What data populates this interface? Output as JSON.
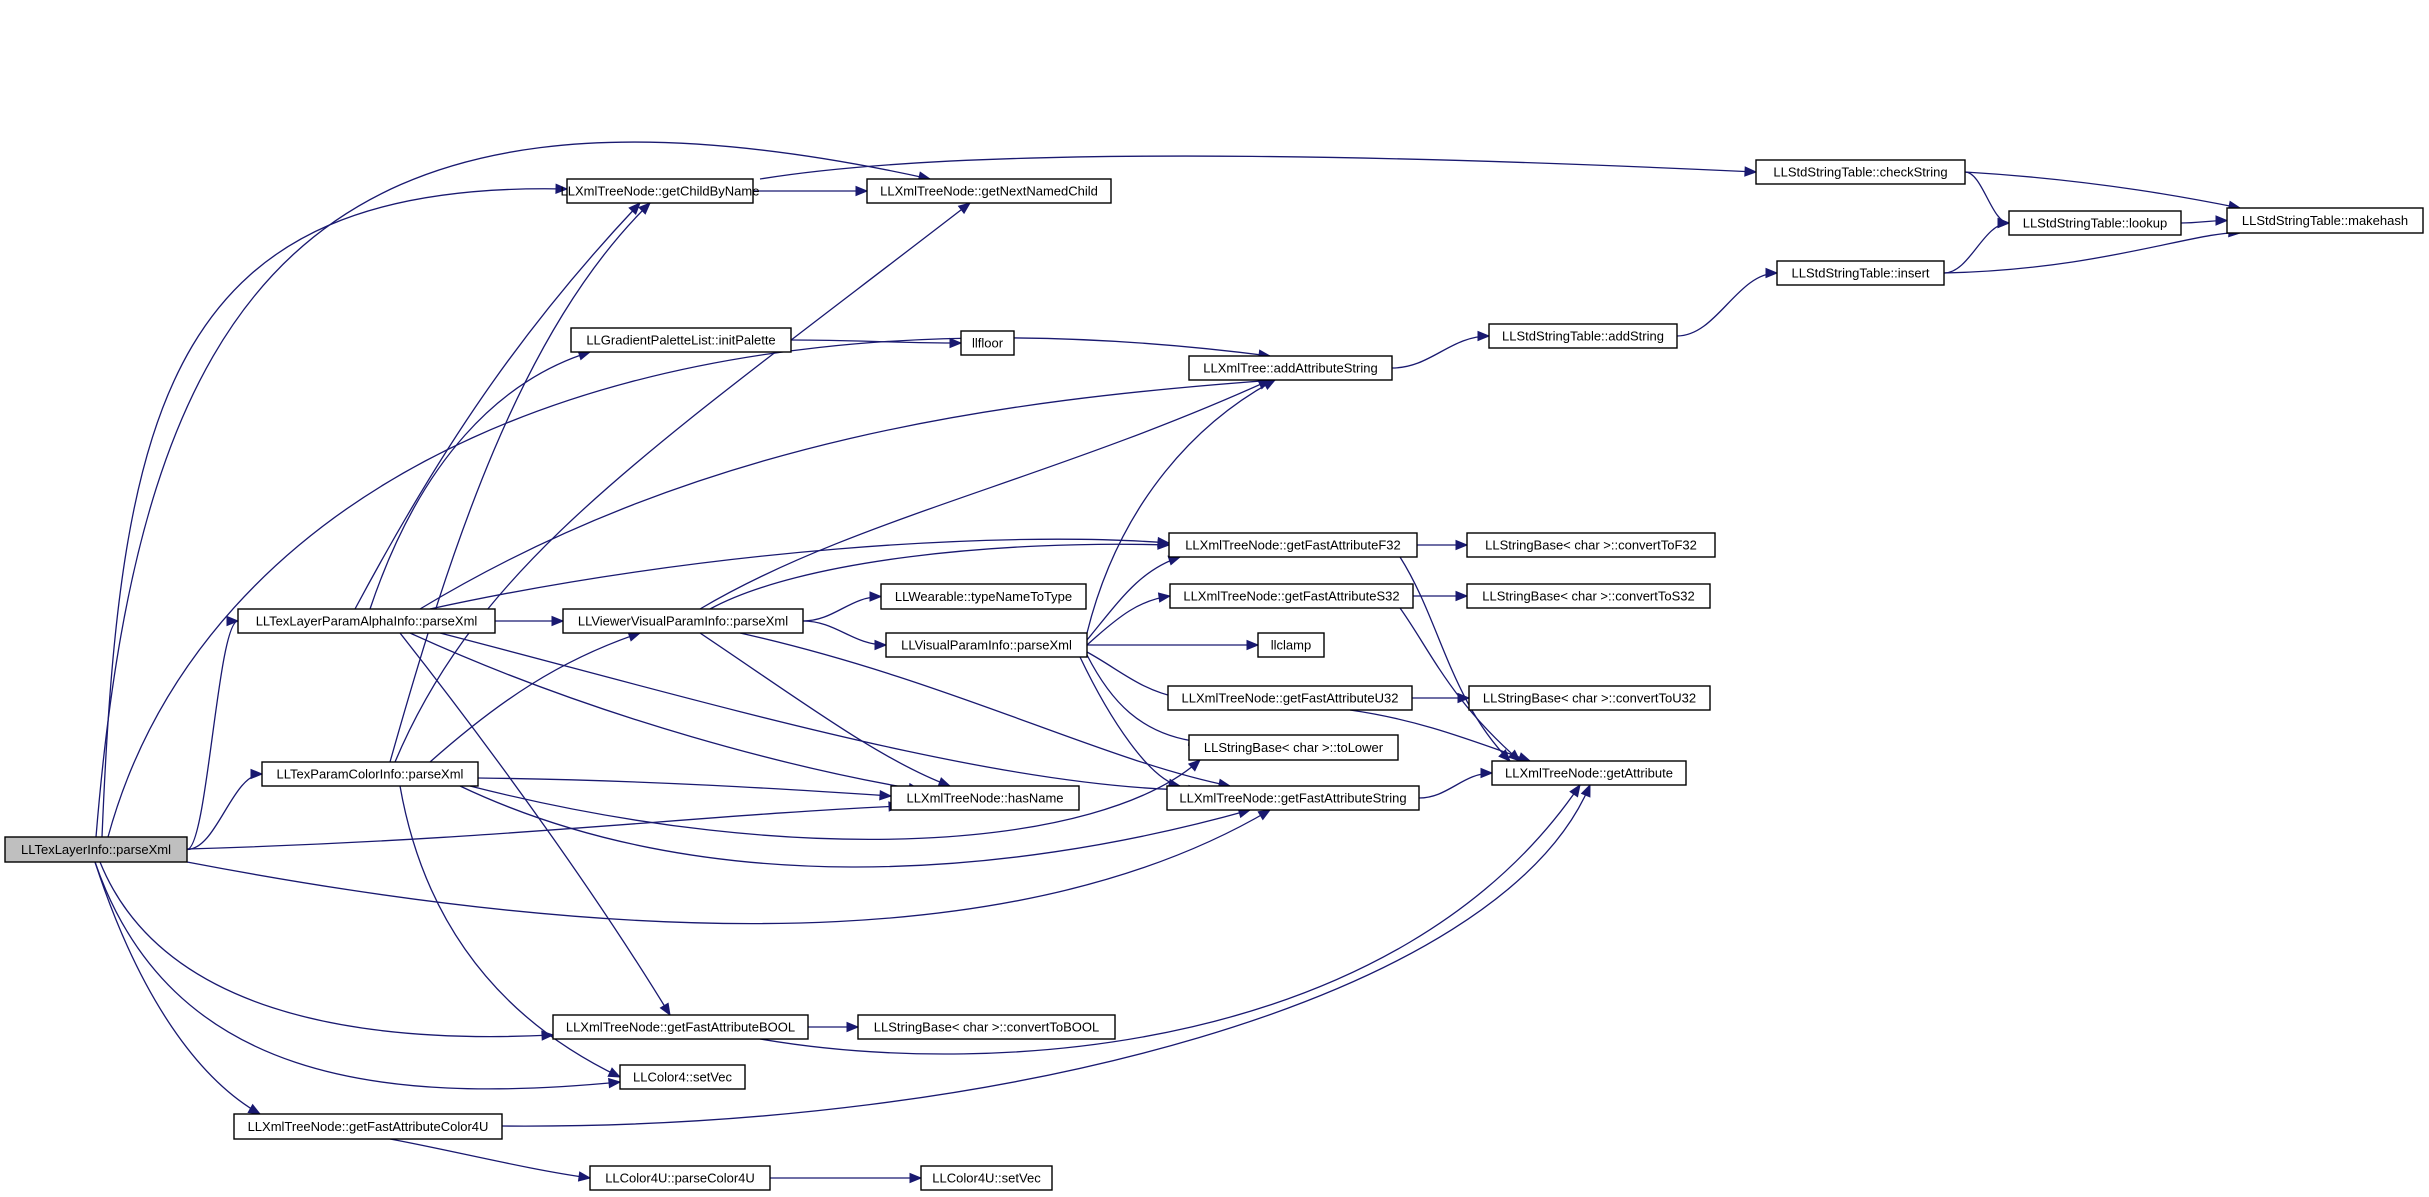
{
  "diagram": {
    "type": "call-graph",
    "root": "LLTexLayerInfo::parseXml",
    "nodes": [
      {
        "id": "root",
        "label": "LLTexLayerInfo::parseXml"
      },
      {
        "id": "alpha",
        "label": "LLTexLayerParamAlphaInfo::parseXml"
      },
      {
        "id": "color",
        "label": "LLTexParamColorInfo::parseXml"
      },
      {
        "id": "viewer",
        "label": "LLViewerVisualParamInfo::parseXml"
      },
      {
        "id": "visual",
        "label": "LLVisualParamInfo::parseXml"
      },
      {
        "id": "getChild",
        "label": "LLXmlTreeNode::getChildByName"
      },
      {
        "id": "nextNamed",
        "label": "LLXmlTreeNode::getNextNamedChild"
      },
      {
        "id": "initPal",
        "label": "LLGradientPaletteList::initPalette"
      },
      {
        "id": "llfloor",
        "label": "llfloor"
      },
      {
        "id": "addAttr",
        "label": "LLXmlTree::addAttributeString"
      },
      {
        "id": "addStr",
        "label": "LLStdStringTable::addString"
      },
      {
        "id": "checkStr",
        "label": "LLStdStringTable::checkString"
      },
      {
        "id": "lookup",
        "label": "LLStdStringTable::lookup"
      },
      {
        "id": "insert",
        "label": "LLStdStringTable::insert"
      },
      {
        "id": "makehash",
        "label": "LLStdStringTable::makehash"
      },
      {
        "id": "typeName",
        "label": "LLWearable::typeNameToType"
      },
      {
        "id": "llclamp",
        "label": "llclamp"
      },
      {
        "id": "getF32",
        "label": "LLXmlTreeNode::getFastAttributeF32"
      },
      {
        "id": "getS32",
        "label": "LLXmlTreeNode::getFastAttributeS32"
      },
      {
        "id": "getU32",
        "label": "LLXmlTreeNode::getFastAttributeU32"
      },
      {
        "id": "convF32",
        "label": "LLStringBase< char >::convertToF32"
      },
      {
        "id": "convS32",
        "label": "LLStringBase< char >::convertToS32"
      },
      {
        "id": "convU32",
        "label": "LLStringBase< char >::convertToU32"
      },
      {
        "id": "toLower",
        "label": "LLStringBase< char >::toLower"
      },
      {
        "id": "getFastStr",
        "label": "LLXmlTreeNode::getFastAttributeString"
      },
      {
        "id": "getAttr",
        "label": "LLXmlTreeNode::getAttribute"
      },
      {
        "id": "hasName",
        "label": "LLXmlTreeNode::hasName"
      },
      {
        "id": "getBOOL",
        "label": "LLXmlTreeNode::getFastAttributeBOOL"
      },
      {
        "id": "convBOOL",
        "label": "LLStringBase< char >::convertToBOOL"
      },
      {
        "id": "setVec",
        "label": "LLColor4::setVec"
      },
      {
        "id": "getColor4U",
        "label": "LLXmlTreeNode::getFastAttributeColor4U"
      },
      {
        "id": "parseColor4U",
        "label": "LLColor4U::parseColor4U"
      },
      {
        "id": "setVec4U",
        "label": "LLColor4U::setVec"
      }
    ],
    "edges": [
      [
        "root",
        "alpha"
      ],
      [
        "root",
        "color"
      ],
      [
        "root",
        "getChild"
      ],
      [
        "root",
        "nextNamed"
      ],
      [
        "root",
        "addAttr"
      ],
      [
        "root",
        "hasName"
      ],
      [
        "root",
        "getFastStr"
      ],
      [
        "root",
        "getBOOL"
      ],
      [
        "root",
        "setVec"
      ],
      [
        "root",
        "getColor4U"
      ],
      [
        "alpha",
        "viewer"
      ],
      [
        "alpha",
        "getChild"
      ],
      [
        "alpha",
        "initPal"
      ],
      [
        "alpha",
        "addAttr"
      ],
      [
        "alpha",
        "getF32"
      ],
      [
        "alpha",
        "hasName"
      ],
      [
        "alpha",
        "getFastStr"
      ],
      [
        "alpha",
        "getBOOL"
      ],
      [
        "color",
        "viewer"
      ],
      [
        "color",
        "getChild"
      ],
      [
        "color",
        "nextNamed"
      ],
      [
        "color",
        "hasName"
      ],
      [
        "color",
        "getFastStr"
      ],
      [
        "color",
        "setVec"
      ],
      [
        "color",
        "toLower"
      ],
      [
        "viewer",
        "typeName"
      ],
      [
        "viewer",
        "visual"
      ],
      [
        "viewer",
        "getF32"
      ],
      [
        "viewer",
        "addAttr"
      ],
      [
        "viewer",
        "hasName"
      ],
      [
        "viewer",
        "getFastStr"
      ],
      [
        "visual",
        "llclamp"
      ],
      [
        "visual",
        "getF32"
      ],
      [
        "visual",
        "getS32"
      ],
      [
        "visual",
        "getU32"
      ],
      [
        "visual",
        "toLower"
      ],
      [
        "visual",
        "getFastStr"
      ],
      [
        "visual",
        "addAttr"
      ],
      [
        "getChild",
        "nextNamed"
      ],
      [
        "getChild",
        "checkStr"
      ],
      [
        "initPal",
        "llfloor"
      ],
      [
        "addAttr",
        "addStr"
      ],
      [
        "addStr",
        "insert"
      ],
      [
        "checkStr",
        "lookup"
      ],
      [
        "checkStr",
        "makehash"
      ],
      [
        "insert",
        "lookup"
      ],
      [
        "insert",
        "makehash"
      ],
      [
        "lookup",
        "makehash"
      ],
      [
        "getF32",
        "convF32"
      ],
      [
        "getF32",
        "getAttr"
      ],
      [
        "getS32",
        "convS32"
      ],
      [
        "getS32",
        "getAttr"
      ],
      [
        "getU32",
        "convU32"
      ],
      [
        "getU32",
        "getAttr"
      ],
      [
        "getFastStr",
        "getAttr"
      ],
      [
        "getBOOL",
        "convBOOL"
      ],
      [
        "getBOOL",
        "getAttr"
      ],
      [
        "getColor4U",
        "parseColor4U"
      ],
      [
        "getColor4U",
        "getAttr"
      ],
      [
        "parseColor4U",
        "setVec4U"
      ]
    ]
  }
}
